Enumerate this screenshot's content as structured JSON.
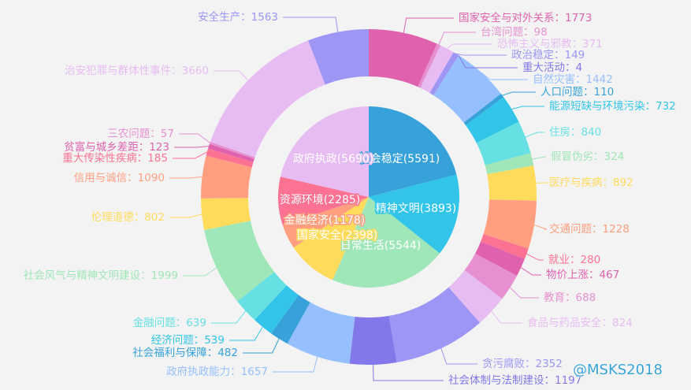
{
  "chart_data": {
    "type": "pie",
    "subtype": "nested-donut",
    "title": "",
    "inner": [
      {
        "name": "社会稳定",
        "value": 5591,
        "color": "#37a2da",
        "label": "社会稳定(5591)"
      },
      {
        "name": "精神文明",
        "value": 3893,
        "color": "#32c5e9",
        "label": "精神文明(3893)"
      },
      {
        "name": "日常生活",
        "value": 5544,
        "color": "#9fe6b8",
        "label": "日常生活(5544)"
      },
      {
        "name": "国家安全",
        "value": 2398,
        "color": "#ffdb5c",
        "label": "国家安全(2398)"
      },
      {
        "name": "金融经济",
        "value": 1178,
        "color": "#ff9f7f",
        "label": "金融经济(1178)"
      },
      {
        "name": "资源环境",
        "value": 2285,
        "color": "#fb7293",
        "label": "资源环境(2285)"
      },
      {
        "name": "政府执政",
        "value": 5690,
        "color": "#e7bcf3",
        "label": "政府执政(5690)"
      }
    ],
    "outer": [
      {
        "name": "国家安全与对外关系",
        "value": 1773,
        "color": "#e062ae",
        "label": "国家安全与对外关系：1773"
      },
      {
        "name": "台湾问题",
        "value": 98,
        "color": "#e690d1",
        "label": "台湾问题：98"
      },
      {
        "name": "恐怖主义与邪教",
        "value": 371,
        "color": "#e7bcf3",
        "label": "恐怖主义与邪教：371"
      },
      {
        "name": "政治稳定",
        "value": 149,
        "color": "#9d96f5",
        "label": "政治稳定：149"
      },
      {
        "name": "重大活动",
        "value": 4,
        "color": "#8378ea",
        "label": "重大活动：4"
      },
      {
        "name": "自然灾害",
        "value": 1442,
        "color": "#96bfff",
        "label": "自然灾害：1442"
      },
      {
        "name": "人口问题",
        "value": 110,
        "color": "#37a2da",
        "label": "人口问题：110"
      },
      {
        "name": "能源短缺与环境污染",
        "value": 732,
        "color": "#32c5e9",
        "label": "能源短缺与环境污染：732"
      },
      {
        "name": "住房",
        "value": 840,
        "color": "#67e0e3",
        "label": "住房：840"
      },
      {
        "name": "假冒伪劣",
        "value": 324,
        "color": "#9fe6b8",
        "label": "假冒伪劣：324"
      },
      {
        "name": "医疗与疾病",
        "value": 892,
        "color": "#ffdb5c",
        "label": "医疗与疾病：892"
      },
      {
        "name": "交通问题",
        "value": 1228,
        "color": "#ff9f7f",
        "label": "交通问题：1228"
      },
      {
        "name": "就业",
        "value": 280,
        "color": "#fb7293",
        "label": "就业：280"
      },
      {
        "name": "物价上涨",
        "value": 467,
        "color": "#e062ae",
        "label": "物价上涨：467"
      },
      {
        "name": "教育",
        "value": 688,
        "color": "#e690d1",
        "label": "教育：688"
      },
      {
        "name": "食品与药品安全",
        "value": 824,
        "color": "#e7bcf3",
        "label": "食品与药品安全：824"
      },
      {
        "name": "贪污腐败",
        "value": 2352,
        "color": "#9d96f5",
        "label": "贪污腐败：2352"
      },
      {
        "name": "社会体制与法制建设",
        "value": 1197,
        "color": "#8378ea",
        "label": "社会体制与法制建设：1197"
      },
      {
        "name": "政府执政能力",
        "value": 1657,
        "color": "#96bfff",
        "label": "政府执政能力：1657"
      },
      {
        "name": "社会福利与保障",
        "value": 482,
        "color": "#37a2da",
        "label": "社会福利与保障：482"
      },
      {
        "name": "经济问题",
        "value": 539,
        "color": "#32c5e9",
        "label": "经济问题：539"
      },
      {
        "name": "金融问题",
        "value": 639,
        "color": "#67e0e3",
        "label": "金融问题：639"
      },
      {
        "name": "社会风气与精神文明建设",
        "value": 1999,
        "color": "#9fe6b8",
        "label": "社会风气与精神文明建设：1999"
      },
      {
        "name": "伦理道德",
        "value": 802,
        "color": "#ffdb5c",
        "label": "伦理道德：802"
      },
      {
        "name": "信用与诚信",
        "value": 1090,
        "color": "#ff9f7f",
        "label": "信用与诚信：1090"
      },
      {
        "name": "重大传染性疾病",
        "value": 185,
        "color": "#fb7293",
        "label": "重大传染性疾病：185"
      },
      {
        "name": "贫富与城乡差距",
        "value": 123,
        "color": "#e062ae",
        "label": "贫富与城乡差距：123"
      },
      {
        "name": "三农问题",
        "value": 57,
        "color": "#e690d1",
        "label": "三农问题：57"
      },
      {
        "name": "治安犯罪与群体性事件",
        "value": 3660,
        "color": "#e7bcf3",
        "label": "治安犯罪与群体性事件：3660"
      },
      {
        "name": "安全生产",
        "value": 1563,
        "color": "#9d96f5",
        "label": "安全生产：1563"
      }
    ],
    "legend": "none"
  },
  "watermark": "@MSKS2018"
}
